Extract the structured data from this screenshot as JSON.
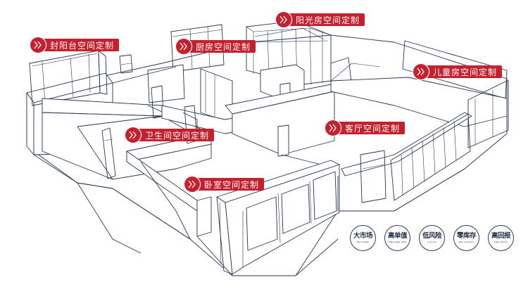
{
  "diagram": {
    "description": "Isometric floor plan line drawing with room customization labels",
    "line_color": "#26344f",
    "accent_color": "#c4202d"
  },
  "room_labels": [
    {
      "id": "balcony",
      "text": "封阳台空间定制",
      "icon": "double-chevron-right-icon"
    },
    {
      "id": "sunroom",
      "text": "阳光房空间定制",
      "icon": "double-chevron-right-icon"
    },
    {
      "id": "kitchen",
      "text": "厨房空间定制",
      "icon": "double-chevron-right-icon"
    },
    {
      "id": "kids-room",
      "text": "儿童房空间定制",
      "icon": "double-chevron-right-icon"
    },
    {
      "id": "bathroom",
      "text": "卫生间空间定制",
      "icon": "double-chevron-right-icon"
    },
    {
      "id": "living-room",
      "text": "客厅空间定制",
      "icon": "double-chevron-right-icon"
    },
    {
      "id": "bedroom",
      "text": "卧室空间定制",
      "icon": "double-chevron-right-icon"
    }
  ],
  "badges": [
    {
      "cn": "大市场",
      "en": "Big market"
    },
    {
      "cn": "高单值",
      "en": "High single value"
    },
    {
      "cn": "低风险",
      "en": "Low risk"
    },
    {
      "cn": "零库存",
      "en": "Zero inventory"
    },
    {
      "cn": "高回报",
      "en": "High returns"
    }
  ]
}
